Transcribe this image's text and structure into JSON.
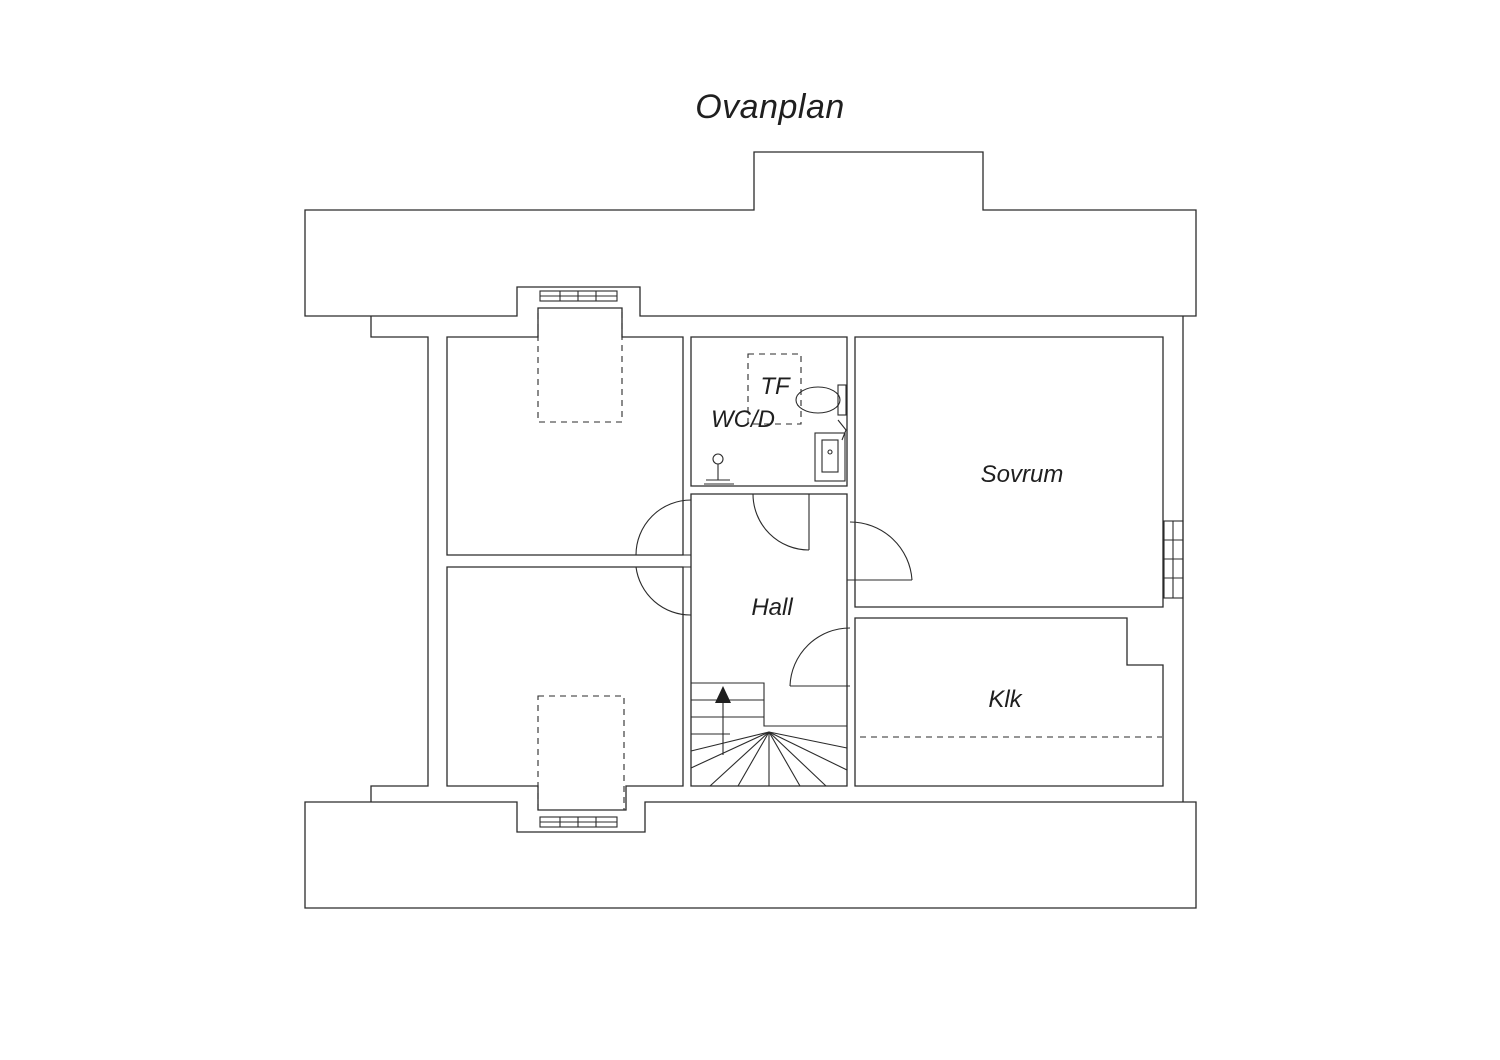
{
  "title": "Ovanplan",
  "rooms": {
    "bathroom_tf": "TF",
    "bathroom_wc": "WC/D",
    "bedroom": "Sovrum",
    "hall": "Hall",
    "closet": "Klk"
  },
  "colors": {
    "line": "#2b2b2b",
    "background": "#ffffff"
  }
}
